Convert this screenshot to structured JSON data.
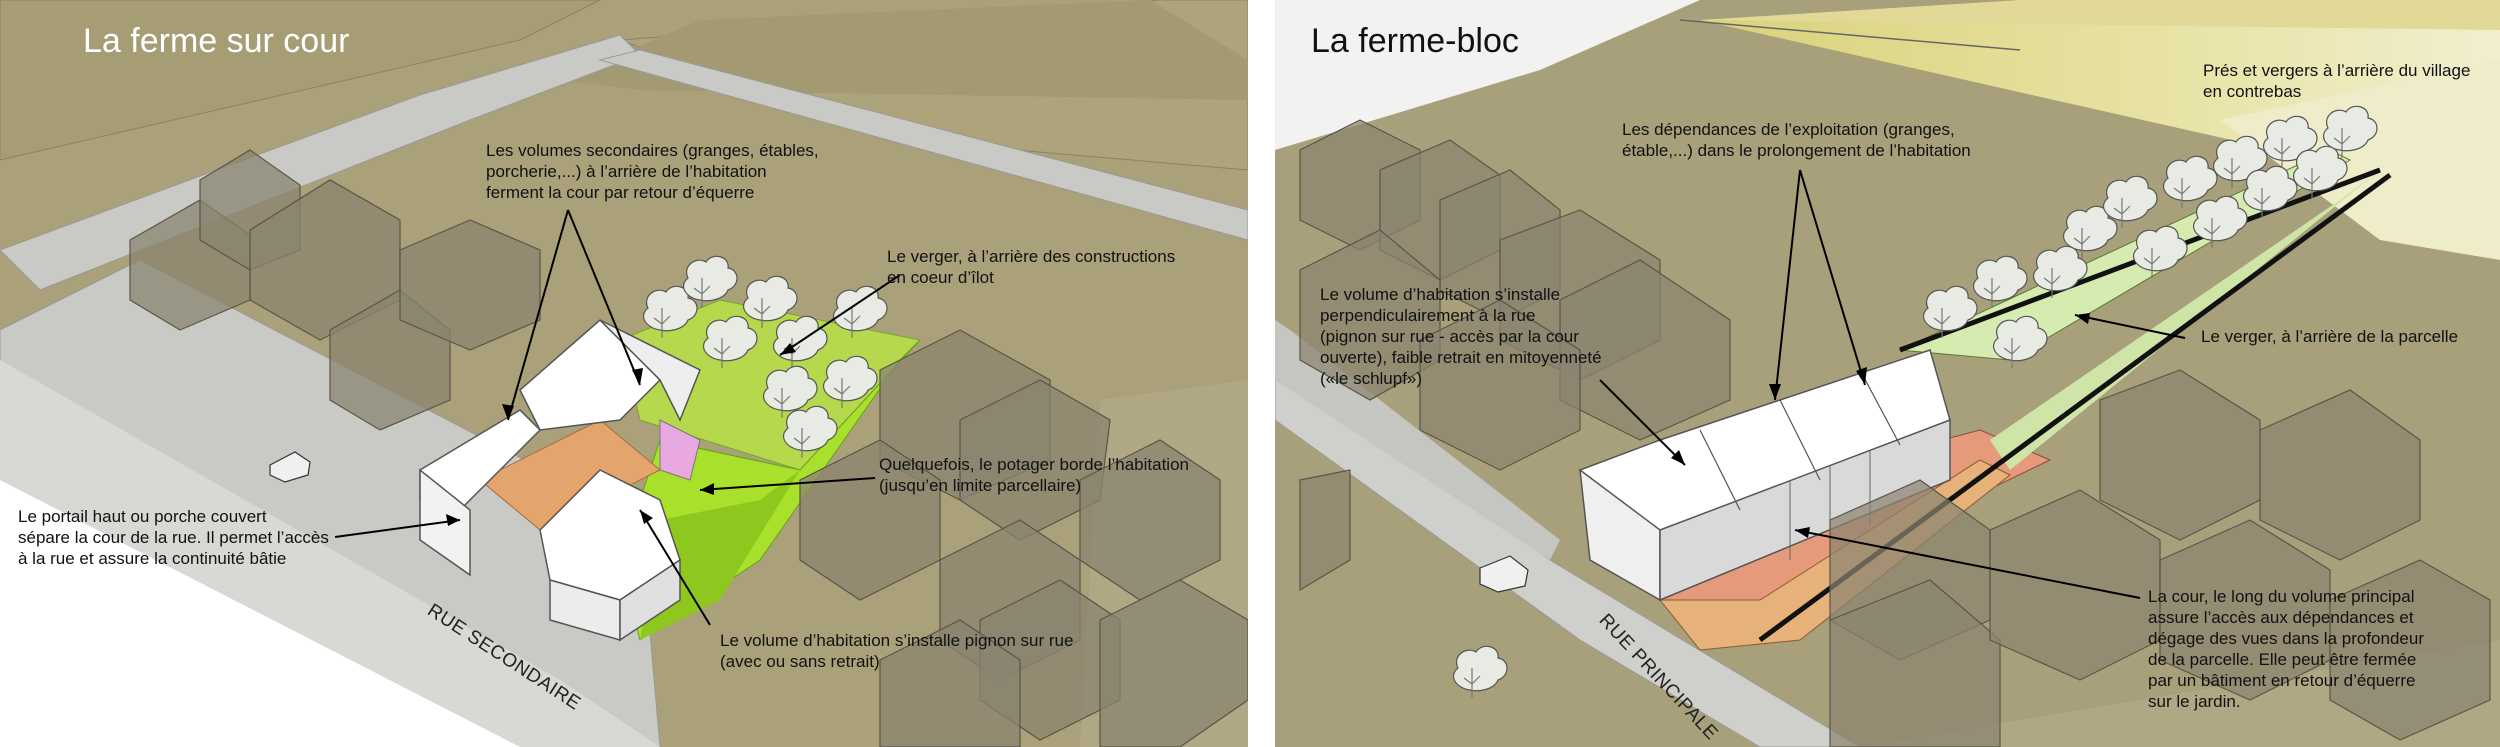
{
  "left_panel": {
    "title": "La ferme sur cour",
    "road_label": "RUE SECONDAIRE",
    "notes": {
      "secondary_volumes": "Les volumes secondaires (granges, étables,\nporcherie,...) à l’arrière de l’habitation\nferment la cour par retour d’équerre",
      "orchard": "Le verger, à l’arrière des constructions\nen coeur d’îlot",
      "garden": "Quelquefois, le potager borde l’habitation\n(jusqu’en limite parcellaire)",
      "gate": "Le portail haut  ou porche couvert\nsépare la cour de la rue. Il permet l’accès\nà la rue et assure la continuité bâtie",
      "dwelling": "Le volume d’habitation s’installe pignon sur rue\n(avec ou sans retrait)"
    }
  },
  "right_panel": {
    "title": "La ferme-bloc",
    "road_label": "RUE PRINCIPALE",
    "notes": {
      "meadows": "Prés et vergers à l’arrière du village\nen contrebas",
      "outbuildings": "Les dépendances de l’exploitation (granges,\nétable,...) dans le prolongement de l’habitation",
      "dwelling": "Le volume d’habitation s’installe\nperpendiculairement à la rue\n(pignon sur rue - accès par la cour\nouverte), faible retrait en mitoyenneté\n(«le schlupf»)",
      "orchard": "Le verger, à l’arrière de la parcelle",
      "courtyard": "La cour, le long du volume principal\nassure  l’accès aux dépendances et\ndégage des vues dans la profondeur\nde la parcelle. Elle peut être fermée\npar un bâtiment en retour d’équerre\nsur le jardin."
    }
  }
}
